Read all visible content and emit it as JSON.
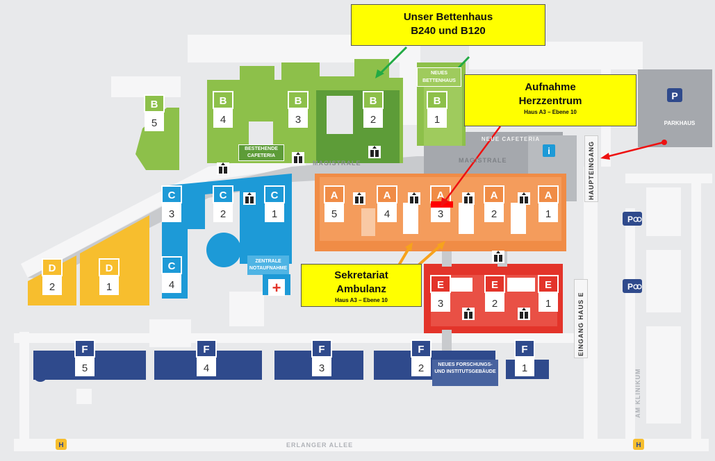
{
  "map": {
    "colors": {
      "bg": "#e8e9eb",
      "road": "#f6f6f7",
      "green": "#8dc04a",
      "green_dark": "#5d9c38",
      "blue": "#1d9ad7",
      "orange": "#f08c46",
      "red": "#e3342a",
      "yellow": "#f7be2e",
      "navy": "#2f4a8c",
      "gray": "#a5a8ad",
      "callout": "#ffff00"
    },
    "buildings": [
      {
        "id": "B5",
        "letter": "B",
        "number": "5",
        "color": "#8dc04a"
      },
      {
        "id": "B4",
        "letter": "B",
        "number": "4",
        "color": "#8dc04a"
      },
      {
        "id": "B3",
        "letter": "B",
        "number": "3",
        "color": "#8dc04a"
      },
      {
        "id": "B2",
        "letter": "B",
        "number": "2",
        "color": "#8dc04a"
      },
      {
        "id": "B1",
        "letter": "B",
        "number": "1",
        "color": "#8dc04a"
      },
      {
        "id": "C3",
        "letter": "C",
        "number": "3",
        "color": "#1d9ad7"
      },
      {
        "id": "C2",
        "letter": "C",
        "number": "2",
        "color": "#1d9ad7"
      },
      {
        "id": "C1",
        "letter": "C",
        "number": "1",
        "color": "#1d9ad7"
      },
      {
        "id": "C4",
        "letter": "C",
        "number": "4",
        "color": "#1d9ad7"
      },
      {
        "id": "A5",
        "letter": "A",
        "number": "5",
        "color": "#f08c46"
      },
      {
        "id": "A4",
        "letter": "A",
        "number": "4",
        "color": "#f08c46"
      },
      {
        "id": "A3",
        "letter": "A",
        "number": "3",
        "color": "#f08c46"
      },
      {
        "id": "A2",
        "letter": "A",
        "number": "2",
        "color": "#f08c46"
      },
      {
        "id": "A1",
        "letter": "A",
        "number": "1",
        "color": "#f08c46"
      },
      {
        "id": "D2",
        "letter": "D",
        "number": "2",
        "color": "#f7be2e"
      },
      {
        "id": "D1",
        "letter": "D",
        "number": "1",
        "color": "#f7be2e"
      },
      {
        "id": "E3",
        "letter": "E",
        "number": "3",
        "color": "#e3342a"
      },
      {
        "id": "E2",
        "letter": "E",
        "number": "2",
        "color": "#e3342a"
      },
      {
        "id": "E1",
        "letter": "E",
        "number": "1",
        "color": "#e3342a"
      },
      {
        "id": "F5",
        "letter": "F",
        "number": "5",
        "color": "#2f4a8c"
      },
      {
        "id": "F4",
        "letter": "F",
        "number": "4",
        "color": "#2f4a8c"
      },
      {
        "id": "F3",
        "letter": "F",
        "number": "3",
        "color": "#2f4a8c"
      },
      {
        "id": "F2",
        "letter": "F",
        "number": "2",
        "color": "#2f4a8c"
      },
      {
        "id": "F1",
        "letter": "F",
        "number": "1",
        "color": "#2f4a8c"
      }
    ],
    "labels": {
      "bestehende_cafeteria": "BESTEHENDE CAFETERIA",
      "neues_bettenhaus": "NEUES BETTENHAUS",
      "neue_cafeteria": "NEUE CAFETERIA",
      "magistrale_left": "MAGISTRALE",
      "magistrale_right": "MAGISTRALE",
      "zentrale_notaufnahme": "ZENTRALE NOTAUFNAHME",
      "neues_forschungsgebaeude": "NEUES FORSCHUNGS- UND INSTITUTSGEBÄUDE",
      "parkhaus": "PARKHAUS",
      "parkhaus_symbol": "P",
      "info_symbol": "i",
      "haupteingang": "HAUPTEINGANG",
      "eingang_haus_e": "EINGANG HAUS E",
      "am_klinikum": "AM KLINIKUM",
      "erlanger_allee": "ERLANGER ALLEE",
      "bus_stop_symbol": "H",
      "bike_parking": "P",
      "emergency_cross": "+"
    },
    "callouts": {
      "bettenhaus": {
        "line1": "Unser Bettenhaus",
        "line2": "B240 und B120"
      },
      "aufnahme": {
        "line1": "Aufnahme",
        "line2": "Herzzentrum",
        "line3": "Haus A3 – Ebene 10"
      },
      "sekretariat": {
        "line1": "Sekretariat",
        "line2": "Ambulanz",
        "line3": "Haus A3 – Ebene 10"
      }
    },
    "icons": [
      "elevator-icon",
      "parking-icon",
      "info-icon",
      "bike-parking-icon",
      "bus-stop-icon",
      "emergency-cross-icon"
    ]
  }
}
